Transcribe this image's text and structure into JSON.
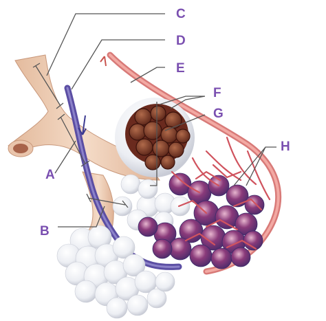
{
  "labels": {
    "a": "A",
    "b": "B",
    "c": "C",
    "d": "D",
    "e": "E",
    "f": "F",
    "g": "G",
    "h": "H"
  },
  "colors": {
    "label": "#7a4fb0",
    "bronchiole": "#efcfb6",
    "vein": "#6a5aa8",
    "artery": "#e58b86",
    "alveolus": "#f1f2f6",
    "alveolus_section": "#7a3a2a",
    "capillary_net": "#c84a5a"
  }
}
